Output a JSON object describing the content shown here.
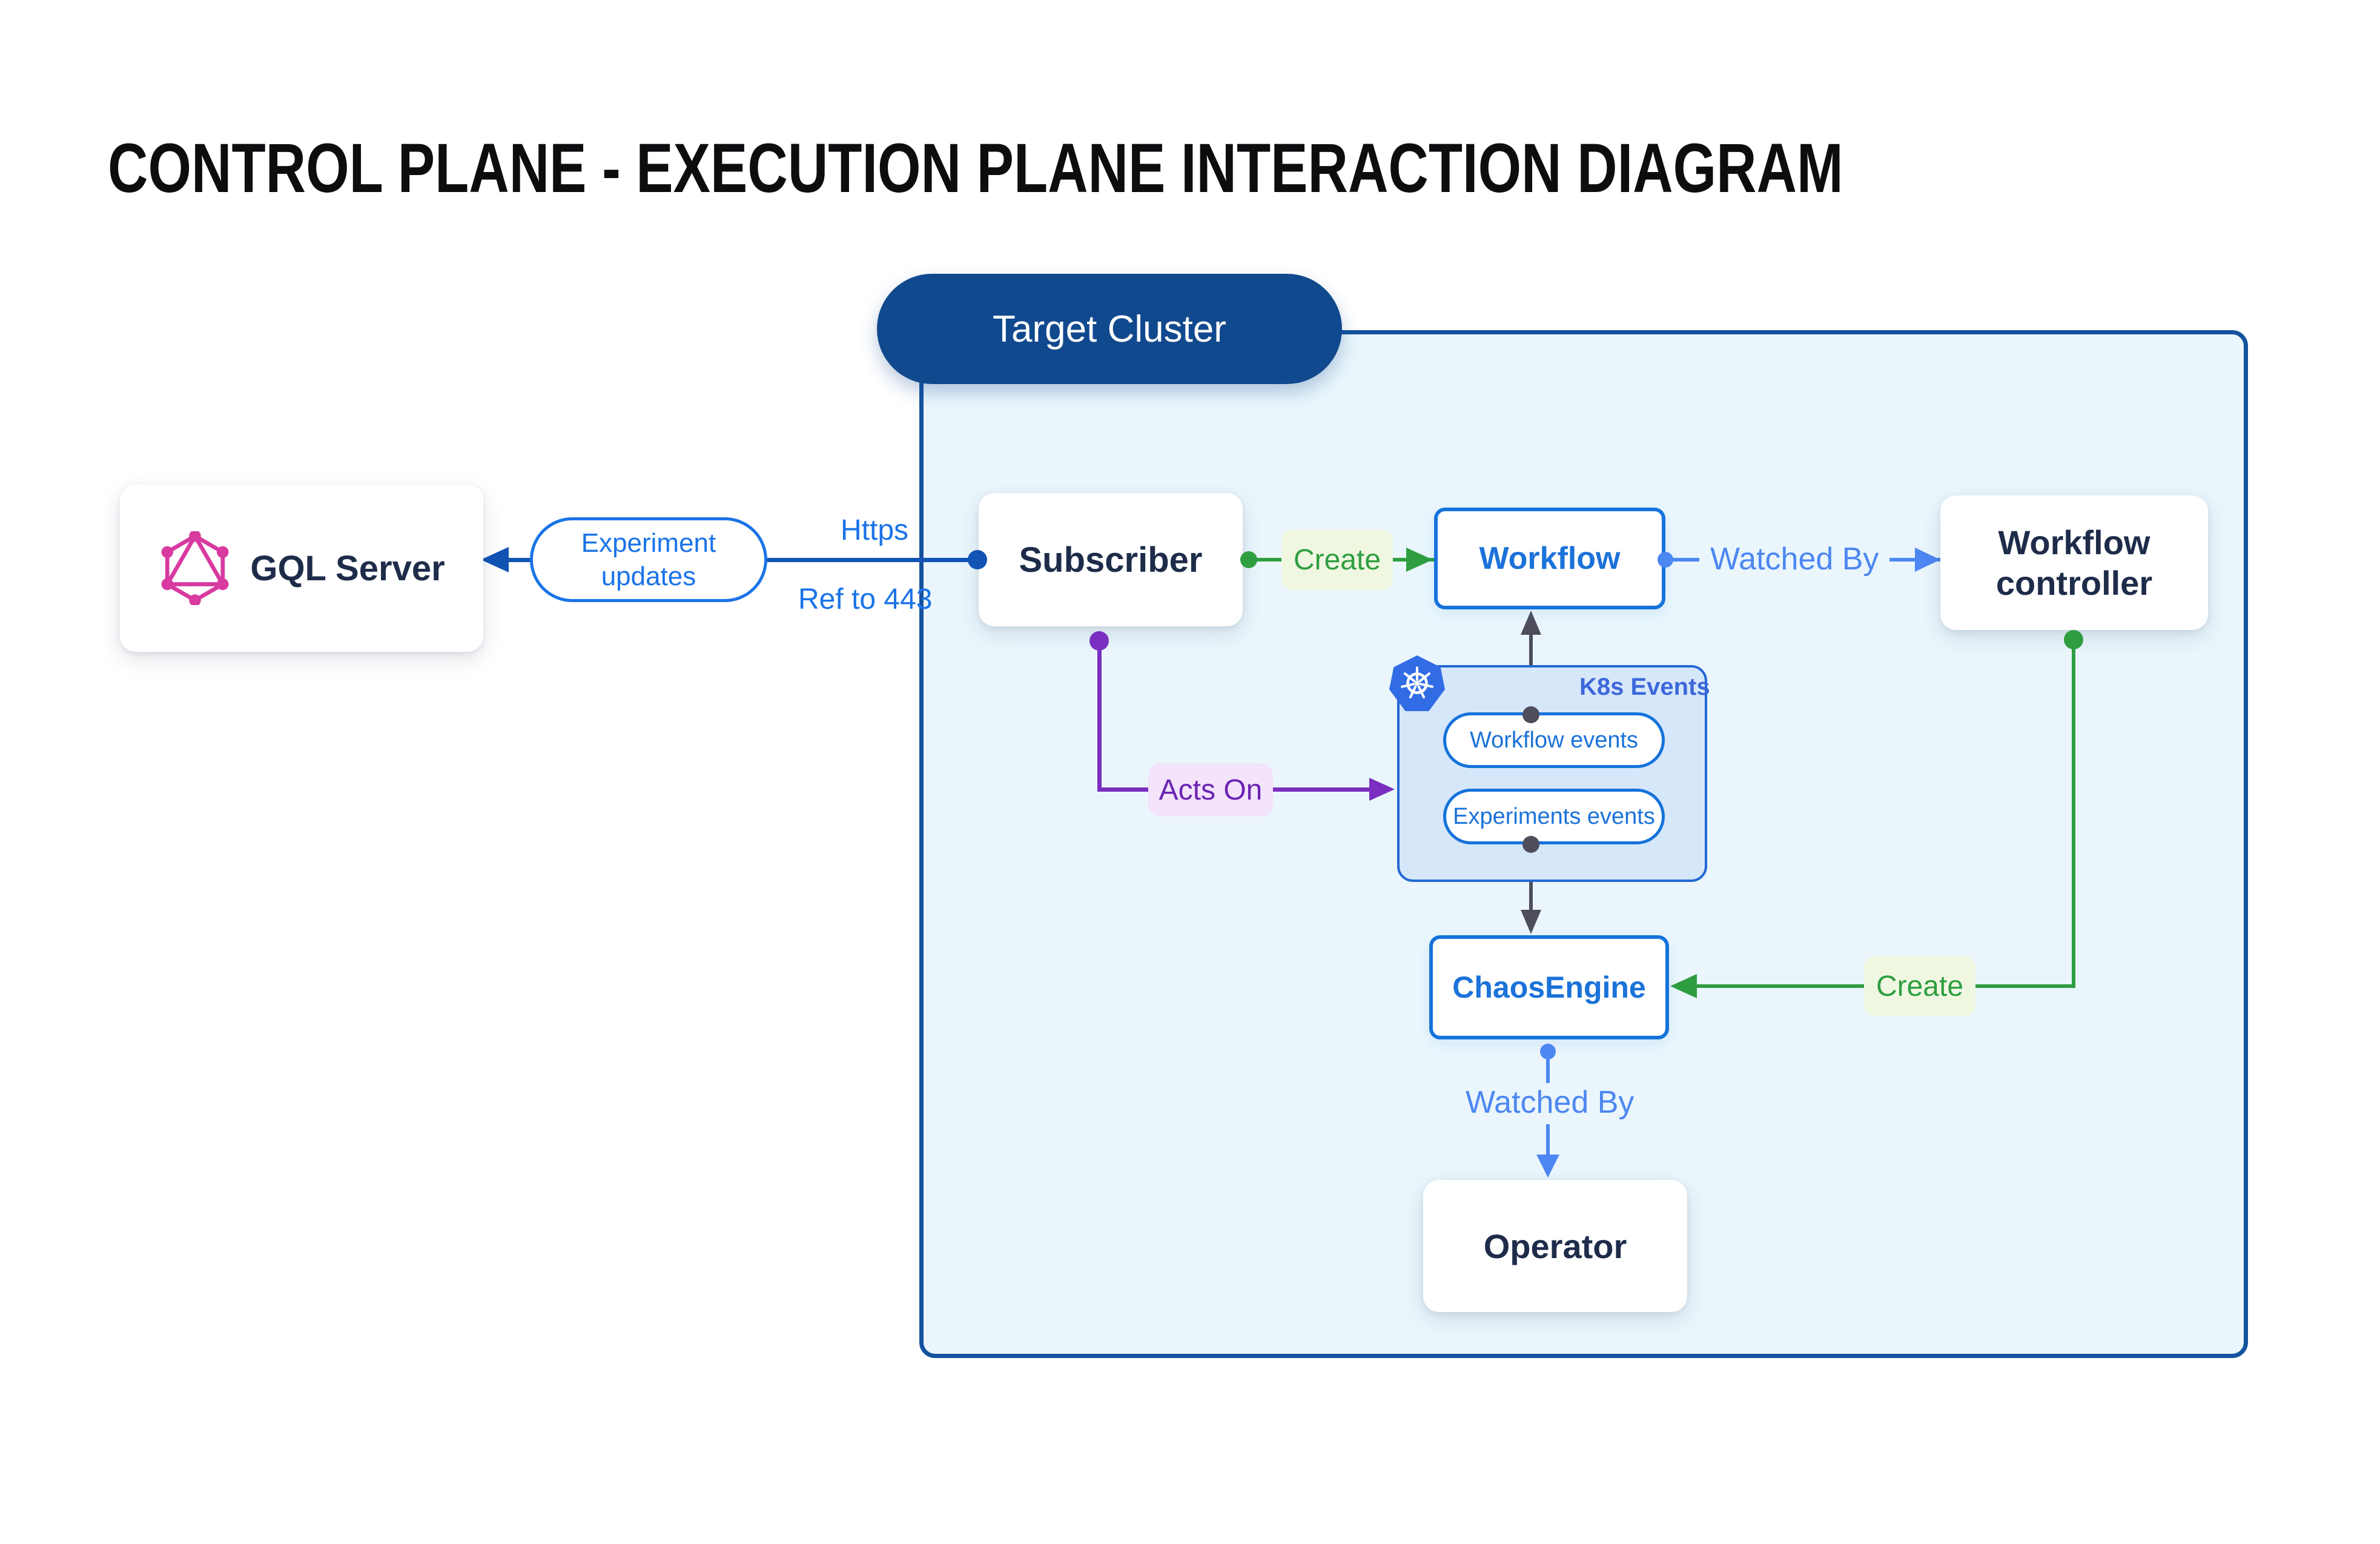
{
  "title": "CONTROL PLANE - EXECUTION PLANE INTERACTION DIAGRAM",
  "cluster": {
    "label": "Target Cluster"
  },
  "nodes": {
    "gql_server": {
      "label": "GQL Server",
      "icon": "graphql-icon"
    },
    "subscriber": {
      "label": "Subscriber"
    },
    "workflow": {
      "label": "Workflow"
    },
    "workflow_controller": {
      "label": "Workflow controller"
    },
    "chaos_engine": {
      "label": "ChaosEngine"
    },
    "operator": {
      "label": "Operator"
    }
  },
  "k8s_events": {
    "label": "K8s Events",
    "icon": "kubernetes-icon",
    "pills": [
      {
        "label": "Workflow events"
      },
      {
        "label": "Experiments events"
      }
    ]
  },
  "edges": {
    "experiment_updates": {
      "label": "Experiment updates"
    },
    "https": {
      "label": "Https"
    },
    "ref_to_443": {
      "label": "Ref to 443"
    },
    "create_workflow": {
      "label": "Create"
    },
    "watched_by_workflow": {
      "label": "Watched By"
    },
    "acts_on": {
      "label": "Acts On"
    },
    "create_chaos_engine": {
      "label": "Create"
    },
    "watched_by_operator": {
      "label": "Watched By"
    }
  },
  "colors": {
    "cluster_fill": "#eaf6fc",
    "cluster_border": "#14529e",
    "cluster_pill": "#11498e",
    "node_text": "#1e2c4a",
    "blue_accent": "#1573db",
    "link_blue_dark": "#1154b4",
    "link_blue_light": "#4d87f2",
    "green": "#2f9e41",
    "green_label_bg": "#eff7e1",
    "purple": "#7a2fc0",
    "purple_label_bg": "#f3e3fb",
    "gray_connector": "#4d4d5c",
    "k8s_box_fill": "#d7e7fa",
    "k8s_label": "#3d68da",
    "graphql_pink": "#d83aa0",
    "kubernetes_blue": "#326ce5"
  }
}
